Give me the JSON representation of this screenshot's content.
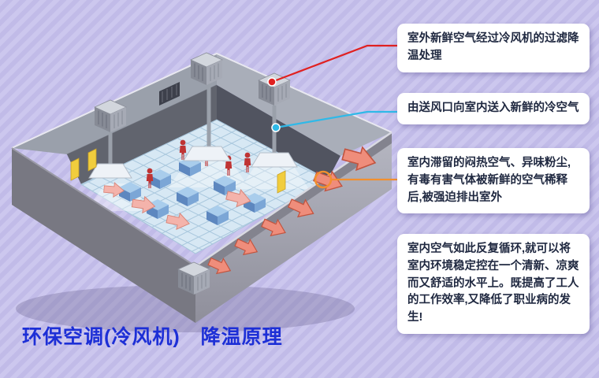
{
  "title": "环保空调(冷风机)　降温原理",
  "callouts": [
    {
      "id": "filter-cooling",
      "text": "室外新鲜空气经过冷风机的过滤降温处理",
      "connector_color": "#e02121"
    },
    {
      "id": "fresh-air-supply",
      "text": "由送风口向室内送入新鲜的冷空气",
      "connector_color": "#2fb9e8"
    },
    {
      "id": "exhaust",
      "text": "室内滞留的闷热空气、异味粉尘,有毒有害气体被新鲜的空气稀释后,被强迫排出室外",
      "connector_color": "#f28f2e"
    },
    {
      "id": "circulation",
      "text": "室内空气如此反复循环,就可以将室内环境稳定控在一个清新、凉爽而又舒适的水平上。既提高了工人的工作效率,又降低了职业病的发生!",
      "connector_color": null
    }
  ],
  "colors": {
    "bg-stripe-a": "#ccc7ee",
    "bg-stripe-b": "#c1bbe8",
    "title-color": "#1d2fd6",
    "callout-bg": "#ffffff",
    "callout-text": "#1f2840",
    "connector-red": "#e02121",
    "connector-cyan": "#2fb9e8",
    "connector-orange": "#f28f2e"
  }
}
